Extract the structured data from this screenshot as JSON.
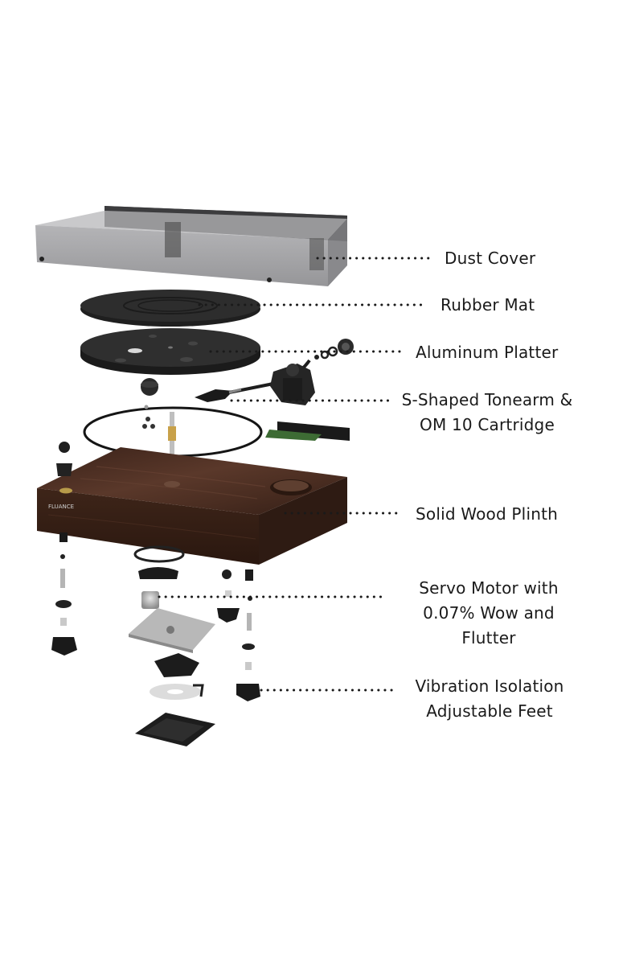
{
  "callouts": {
    "dust_cover": "Dust Cover",
    "rubber_mat": "Rubber Mat",
    "aluminum_platter": "Aluminum Platter",
    "tonearm_line1": "S-Shaped Tonearm &",
    "tonearm_line2": "OM 10 Cartridge",
    "plinth": "Solid Wood Plinth",
    "motor_line1": "Servo Motor with",
    "motor_line2": "0.07% Wow and",
    "motor_line3": "Flutter",
    "feet_line1": "Vibration Isolation",
    "feet_line2": "Adjustable Feet"
  },
  "brand_mark": "FLUANCE",
  "colors": {
    "wood": "#4a2e22",
    "cover": "#8f8f92",
    "platter": "#2a2a2a",
    "leader": "#1a1a1a"
  }
}
